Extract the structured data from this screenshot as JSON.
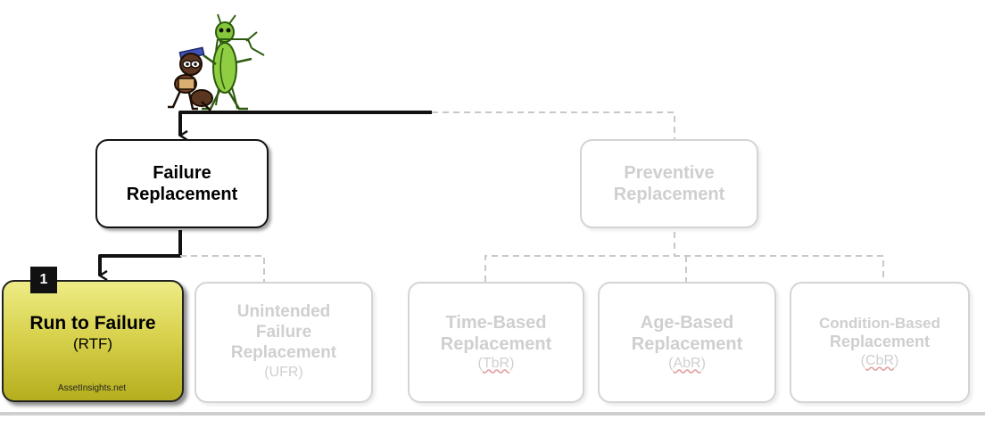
{
  "diagram": {
    "root": {
      "left": {
        "title_line1": "Failure",
        "title_line2": "Replacement",
        "children": {
          "rtf": {
            "title": "Run to Failure",
            "abbr": "(RTF)",
            "badge": "1",
            "credit": "AssetInsights.net"
          },
          "ufr": {
            "line1": "Unintended",
            "line2": "Failure",
            "line3": "Replacement",
            "abbr": "(UFR)"
          }
        }
      },
      "right": {
        "title_line1": "Preventive",
        "title_line2": "Replacement",
        "children": {
          "tbr": {
            "line1": "Time-Based",
            "line2": "Replacement",
            "abbr": "TbR"
          },
          "abr": {
            "line1": "Age-Based",
            "line2": "Replacement",
            "abbr": "AbR"
          },
          "cbr": {
            "line1": "Condition-Based",
            "line2": "Replacement",
            "abbr": "CbR"
          }
        }
      }
    }
  },
  "colors": {
    "active": "#111111",
    "inactive": "#d4d4d4",
    "highlight": "#d8d24e"
  },
  "icons": {
    "mascot": "ant-and-grasshopper-cartoon"
  }
}
